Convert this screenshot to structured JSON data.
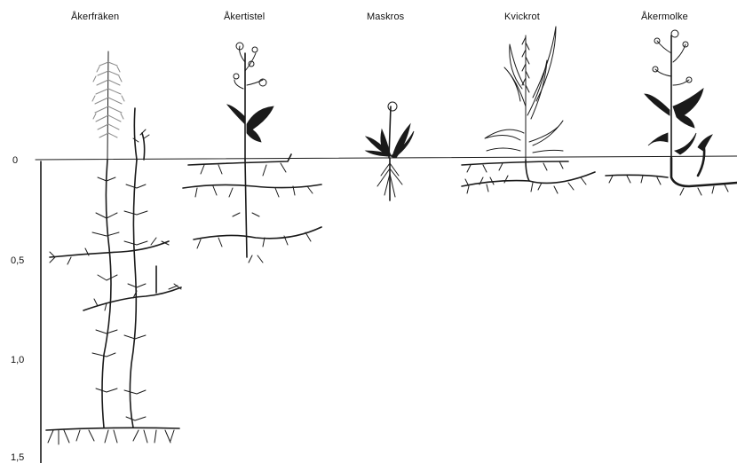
{
  "plants": [
    {
      "id": "akerfraken",
      "label": "Åkerfräken"
    },
    {
      "id": "akertistel",
      "label": "Åkertistel"
    },
    {
      "id": "maskros",
      "label": "Maskros"
    },
    {
      "id": "kvickrot",
      "label": "Kvickrot"
    },
    {
      "id": "akermolke",
      "label": "Åkermolke"
    }
  ],
  "depth_axis": {
    "ticks": [
      "0",
      "0,5",
      "1,0",
      "1,5"
    ]
  }
}
